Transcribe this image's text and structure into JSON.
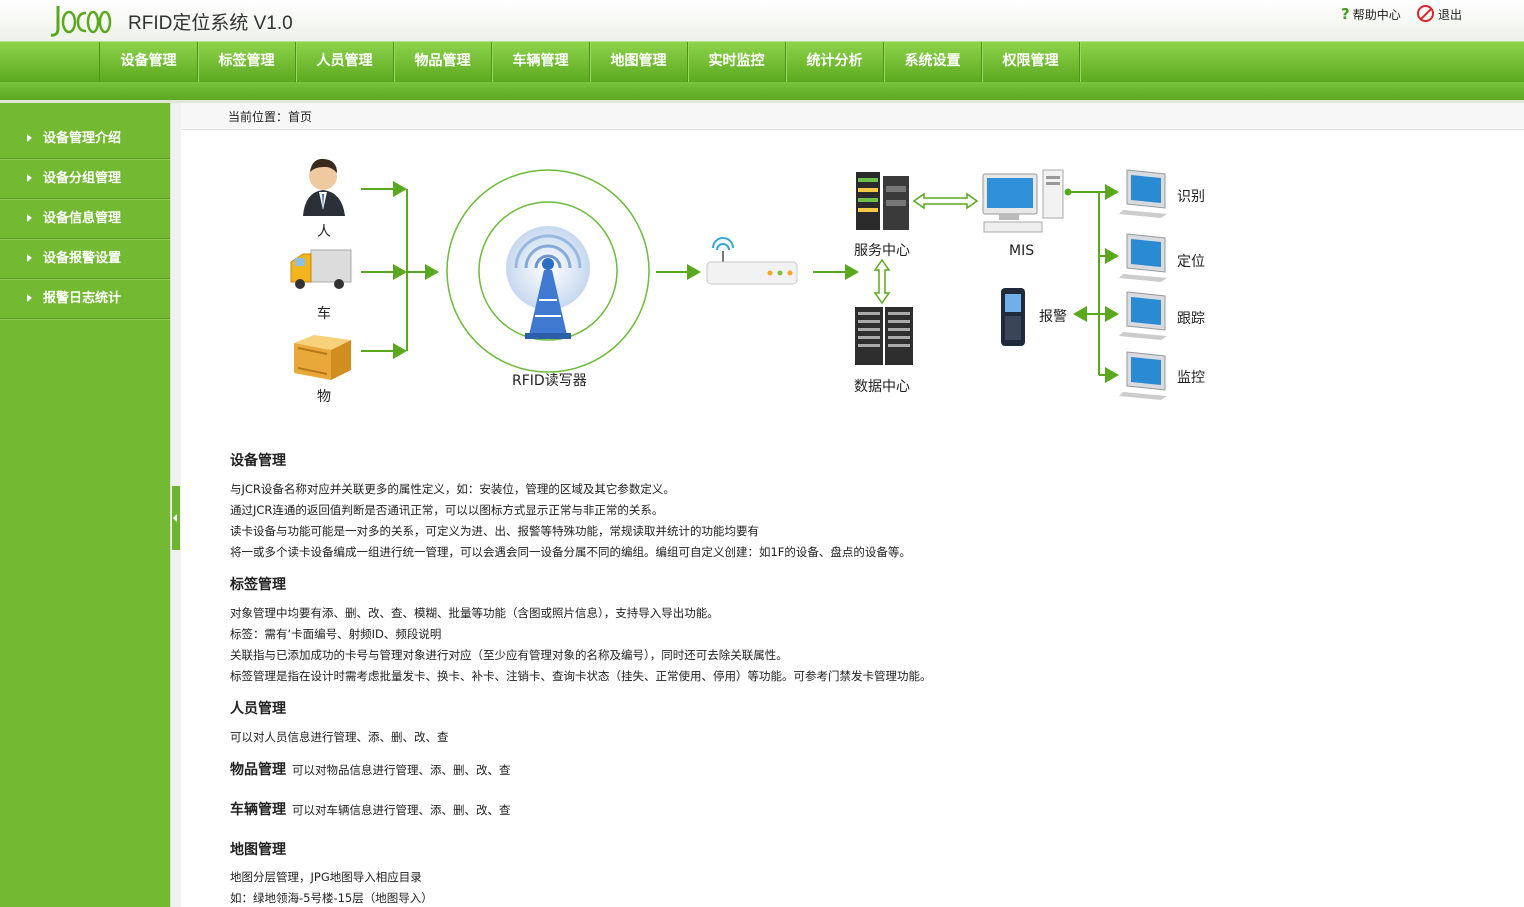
{
  "header": {
    "title": "RFID定位系统 V1.0",
    "logo_text": "JoCoo",
    "help_label": "帮助中心",
    "logout_label": "退出"
  },
  "nav": {
    "items": [
      "设备管理",
      "标签管理",
      "人员管理",
      "物品管理",
      "车辆管理",
      "地图管理",
      "实时监控",
      "统计分析",
      "系统设置",
      "权限管理"
    ]
  },
  "sidebar": {
    "items": [
      "设备管理介绍",
      "设备分组管理",
      "设备信息管理",
      "设备报警设置",
      "报警日志统计"
    ]
  },
  "breadcrumb": "当前位置：首页",
  "diagram": {
    "person": "人",
    "vehicle": "车",
    "goods": "物",
    "reader": "RFID读写器",
    "service_center": "服务中心",
    "data_center": "数据中心",
    "mis": "MIS",
    "alarm": "报警",
    "identify": "识别",
    "locate": "定位",
    "track": "跟踪",
    "monitor": "监控"
  },
  "sections": {
    "device": {
      "title": "设备管理",
      "lines": [
        "与JCR设备名称对应并关联更多的属性定义，如：安装位，管理的区域及其它参数定义。",
        "通过JCR连通的返回值判断是否通讯正常，可以以图标方式显示正常与非正常的关系。",
        "读卡设备与功能可能是一对多的关系，可定义为进、出、报警等特殊功能，常规读取并统计的功能均要有",
        "将一或多个读卡设备编成一组进行统一管理，可以会遇会同一设备分属不同的编组。编组可自定义创建：如1F的设备、盘点的设备等。"
      ]
    },
    "tag": {
      "title": "标签管理",
      "lines": [
        "对象管理中均要有添、删、改、查、模糊、批量等功能（含图或照片信息），支持导入导出功能。",
        "标签：需有‘卡面编号、射频ID、频段说明",
        "关联指与已添加成功的卡号与管理对象进行对应（至少应有管理对象的名称及编号），同时还可去除关联属性。",
        "标签管理是指在设计时需考虑批量发卡、换卡、补卡、注销卡、查询卡状态（挂失、正常使用、停用）等功能。可参考门禁发卡管理功能。"
      ]
    },
    "person": {
      "title": "人员管理",
      "lines": [
        "可以对人员信息进行管理、添、删、改、查"
      ]
    },
    "goods": {
      "title": "物品管理",
      "desc": "可以对物品信息进行管理、添、删、改、查"
    },
    "vehicle": {
      "title": "车辆管理",
      "desc": "可以对车辆信息进行管理、添、删、改、查"
    },
    "map": {
      "title": "地图管理",
      "lines": [
        "地图分层管理，JPG地图导入相应目录",
        "如：绿地领海-5号楼-15层（地图导入）"
      ]
    }
  },
  "colors": {
    "accent": "#5aa81e",
    "sidebar": "#73b932",
    "arrow": "#5aa81e"
  }
}
